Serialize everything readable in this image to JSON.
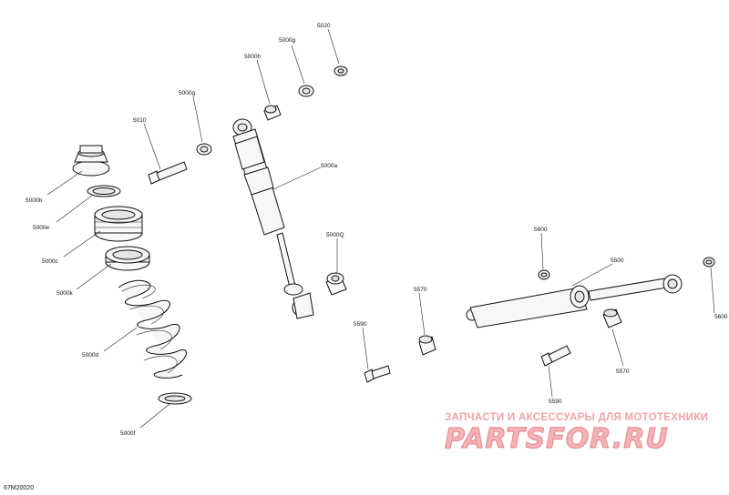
{
  "diagram": {
    "figure_code": "67M20020",
    "labels": {
      "p5000b": "5000b",
      "p5000e": "5000e",
      "p5000c": "5000c",
      "p5000k": "5000k",
      "p5000d": "5000d",
      "p5000f": "5000f",
      "p5010": "5010",
      "p5000g_left": "5000g",
      "p5000h": "5000h",
      "p5000g_top": "5000g",
      "p5020": "5020",
      "p5000a": "5000a",
      "p5000q": "5000Q",
      "p5590_left": "5590",
      "p5570_left": "5570",
      "p5600_top": "5600",
      "p5500": "5500",
      "p5600_right": "5600",
      "p5570_right": "5570",
      "p5590_right": "5590"
    }
  },
  "watermark": {
    "tagline": "ЗАПЧАСТИ И АКСЕССУАРЫ ДЛЯ МОТОТЕХНИКИ",
    "brand": "PARTSFOR.RU"
  }
}
